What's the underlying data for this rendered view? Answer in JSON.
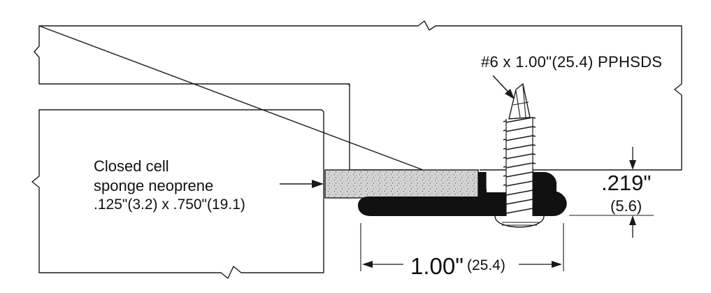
{
  "labels": {
    "screw": "#6 x 1.00\"(25.4) PPHSDS",
    "sponge_line1": "Closed cell",
    "sponge_line2": "sponge neoprene",
    "sponge_line3": ".125\"(3.2) x .750\"(19.1)",
    "gap_in": ".219\"",
    "gap_mm": "(5.6)",
    "width_in": "1.00\"",
    "width_mm": "(25.4)"
  },
  "colors": {
    "line": "#1a1a1a",
    "sponge_fill": "#d4d4d4",
    "trim_fill": "#111111",
    "background": "#ffffff"
  }
}
